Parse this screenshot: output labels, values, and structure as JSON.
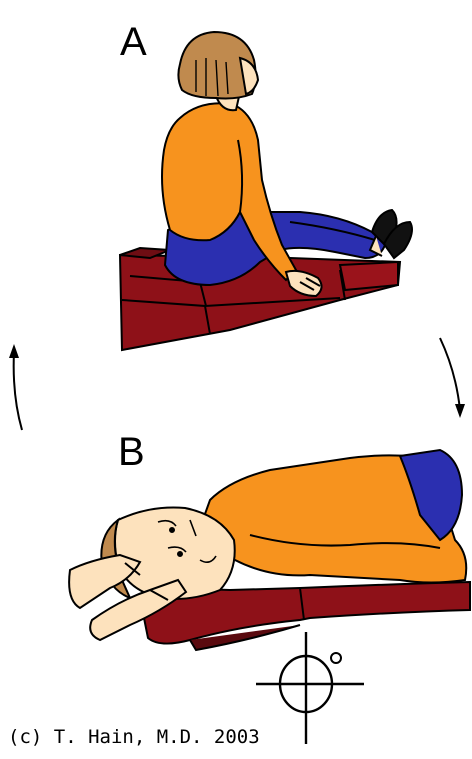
{
  "labels": {
    "panel_a": "A",
    "panel_b": "B"
  },
  "copyright": "(c) T. Hain, M.D. 2003",
  "icons": {
    "left_arrow": "curved-arrow-up-icon",
    "right_arrow": "curved-arrow-down-icon",
    "eye_movement": "eye-torsion-crosshair-icon"
  },
  "colors": {
    "mat": "#8e1118",
    "mat_dark": "#5a0a0f",
    "shirt": "#f7931e",
    "pants": "#2b2fb0",
    "hair": "#c08a4e",
    "skin": "#fde2bd",
    "outline": "#000000"
  }
}
